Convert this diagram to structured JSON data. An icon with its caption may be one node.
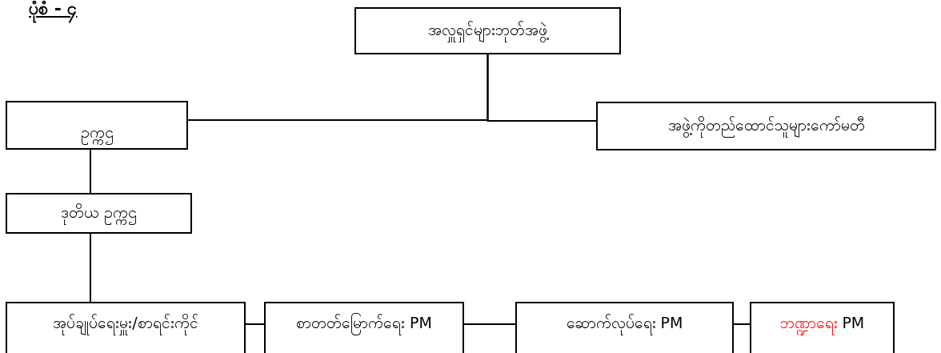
{
  "diagram": {
    "title": "ပုံစံ - ၄",
    "nodes": [
      {
        "text": [
          "အလှူရှင်များဘုတ်အဖွဲ့"
        ]
      },
      {
        "text": [
          "ဥက္ကဌ"
        ]
      },
      {
        "text": [
          "အဖွဲ့ကိုတည်ထောင်သူများကော်မတီ"
        ]
      },
      {
        "text": [
          "ဒုတိယ ဥက္ကဌ"
        ]
      },
      {
        "text": [
          "အုပ်ချုပ်ရေးမှူး/စာရင်းကိုင်"
        ]
      },
      {
        "text": [
          "စာတတ်မြောက်ရေး PM"
        ]
      },
      {
        "text": [
          "ဆောက်လုပ်ရေး PM"
        ]
      },
      {
        "text": [
          "ဘဏ္ဍာရေး",
          "PM"
        ]
      }
    ],
    "edges": [
      {
        "from": 0,
        "to": 1,
        "arrow": "none"
      },
      {
        "from": 0,
        "to": 2,
        "arrow": "none"
      },
      {
        "from": 1,
        "to": 3,
        "arrow": "none"
      },
      {
        "from": 3,
        "to": 4,
        "arrow": "none"
      },
      {
        "from": 4,
        "to": 5,
        "arrow": "none"
      },
      {
        "from": 5,
        "to": 6,
        "arrow": "none"
      },
      {
        "from": 6,
        "to": 7,
        "arrow": "none"
      }
    ]
  }
}
